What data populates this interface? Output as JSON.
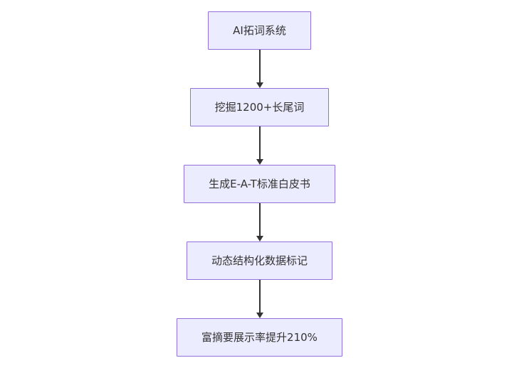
{
  "diagram": {
    "type": "flowchart-top-down",
    "background": "#ffffff",
    "node_fill": "#ECECFF",
    "node_border": "#9370DB",
    "text_color": "#333333",
    "arrow_color": "#333333",
    "nodes": [
      {
        "id": "n1",
        "label": "AI拓词系统"
      },
      {
        "id": "n2",
        "label": "挖掘1200+长尾词"
      },
      {
        "id": "n3",
        "label": "生成E-A-T标准白皮书"
      },
      {
        "id": "n4",
        "label": "动态结构化数据标记"
      },
      {
        "id": "n5",
        "label": "富摘要展示率提升210%"
      }
    ],
    "edges": [
      {
        "from": "n1",
        "to": "n2"
      },
      {
        "from": "n2",
        "to": "n3"
      },
      {
        "from": "n3",
        "to": "n4"
      },
      {
        "from": "n4",
        "to": "n5"
      }
    ]
  }
}
